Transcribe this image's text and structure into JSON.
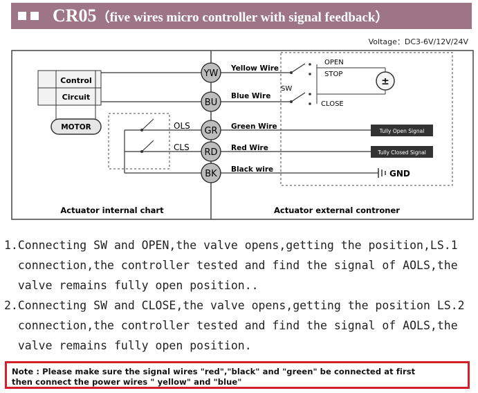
{
  "header": {
    "code": "CR05",
    "subtitle": "（five wires micro controller with signal feedback）",
    "color": "#9e7585"
  },
  "voltage": "Voltage：DC3-6V/12V/24V",
  "diagram": {
    "internal": {
      "control_label": "Control",
      "circuit_label": "Circuit",
      "motor_label": "MOTOR",
      "ols_label": "OLS",
      "cls_label": "CLS",
      "caption": "Actuator internal chart"
    },
    "wires": [
      {
        "code": "YW",
        "label": "Yellow Wire"
      },
      {
        "code": "BU",
        "label": "Blue Wire"
      },
      {
        "code": "GR",
        "label": "Green Wire"
      },
      {
        "code": "RD",
        "label": "Red Wire"
      },
      {
        "code": "BK",
        "label": "Black wire"
      }
    ],
    "external": {
      "open_label": "OPEN",
      "stop_label": "STOP",
      "close_label": "CLOSE",
      "sw_label": "SW",
      "battery_symbol": "±",
      "fully_open_signal": "Tully Open Signal",
      "fully_closed_signal": "Tully Closed Signal",
      "gnd_label": "GND",
      "caption": "Actuator external controner"
    }
  },
  "instructions": [
    {
      "num": "1.",
      "text": "Connecting SW and OPEN,the valve opens,getting the position,LS.1 connection,the controller tested and find the signal of AOLS,the valve remains fully open position.."
    },
    {
      "num": "2.",
      "text": "Connecting SW and CLOSE,the valve opens,getting the position LS.2 connection,the controller tested and find the signal of AOLS,the valve remains fully open position."
    }
  ],
  "note": {
    "line1": "Note : Please make sure the signal wires \"red\",\"black\" and \"green\" be connected at first",
    "line2": "then connect the power wires \" yellow\" and \"blue\"",
    "border_color": "#d4202a"
  }
}
